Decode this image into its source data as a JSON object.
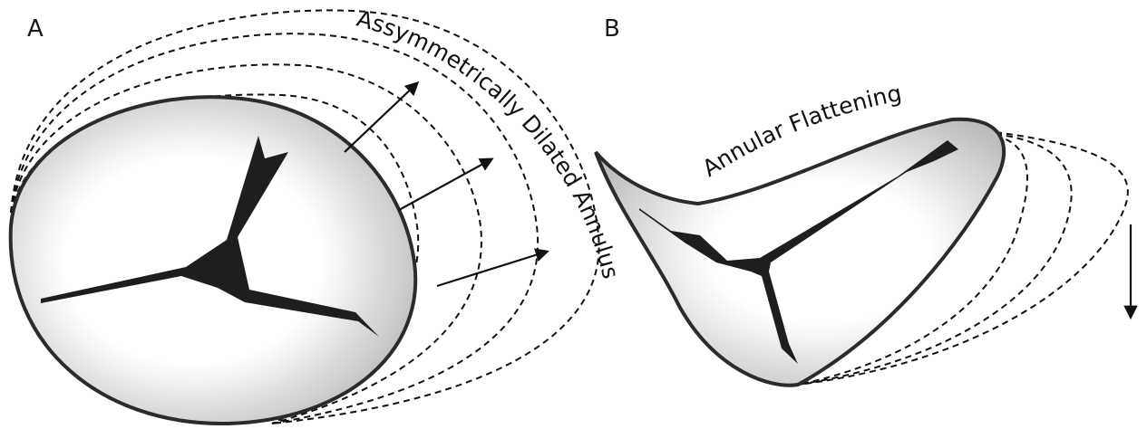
{
  "panels": [
    {
      "id": "A",
      "label": "A",
      "annotation": "Assymmetrically Dilated Annulus"
    },
    {
      "id": "B",
      "label": "B",
      "annotation": "Annular Flattening"
    }
  ],
  "colors": {
    "outline": "#2b2b2b",
    "leaflet_fill_center": "#ffffff",
    "leaflet_fill_edge": "#c4c4c4",
    "commissure": "#1e1e1e",
    "dashed": "#111111"
  },
  "icons": [
    "arrow-right-up",
    "arrow-down"
  ]
}
